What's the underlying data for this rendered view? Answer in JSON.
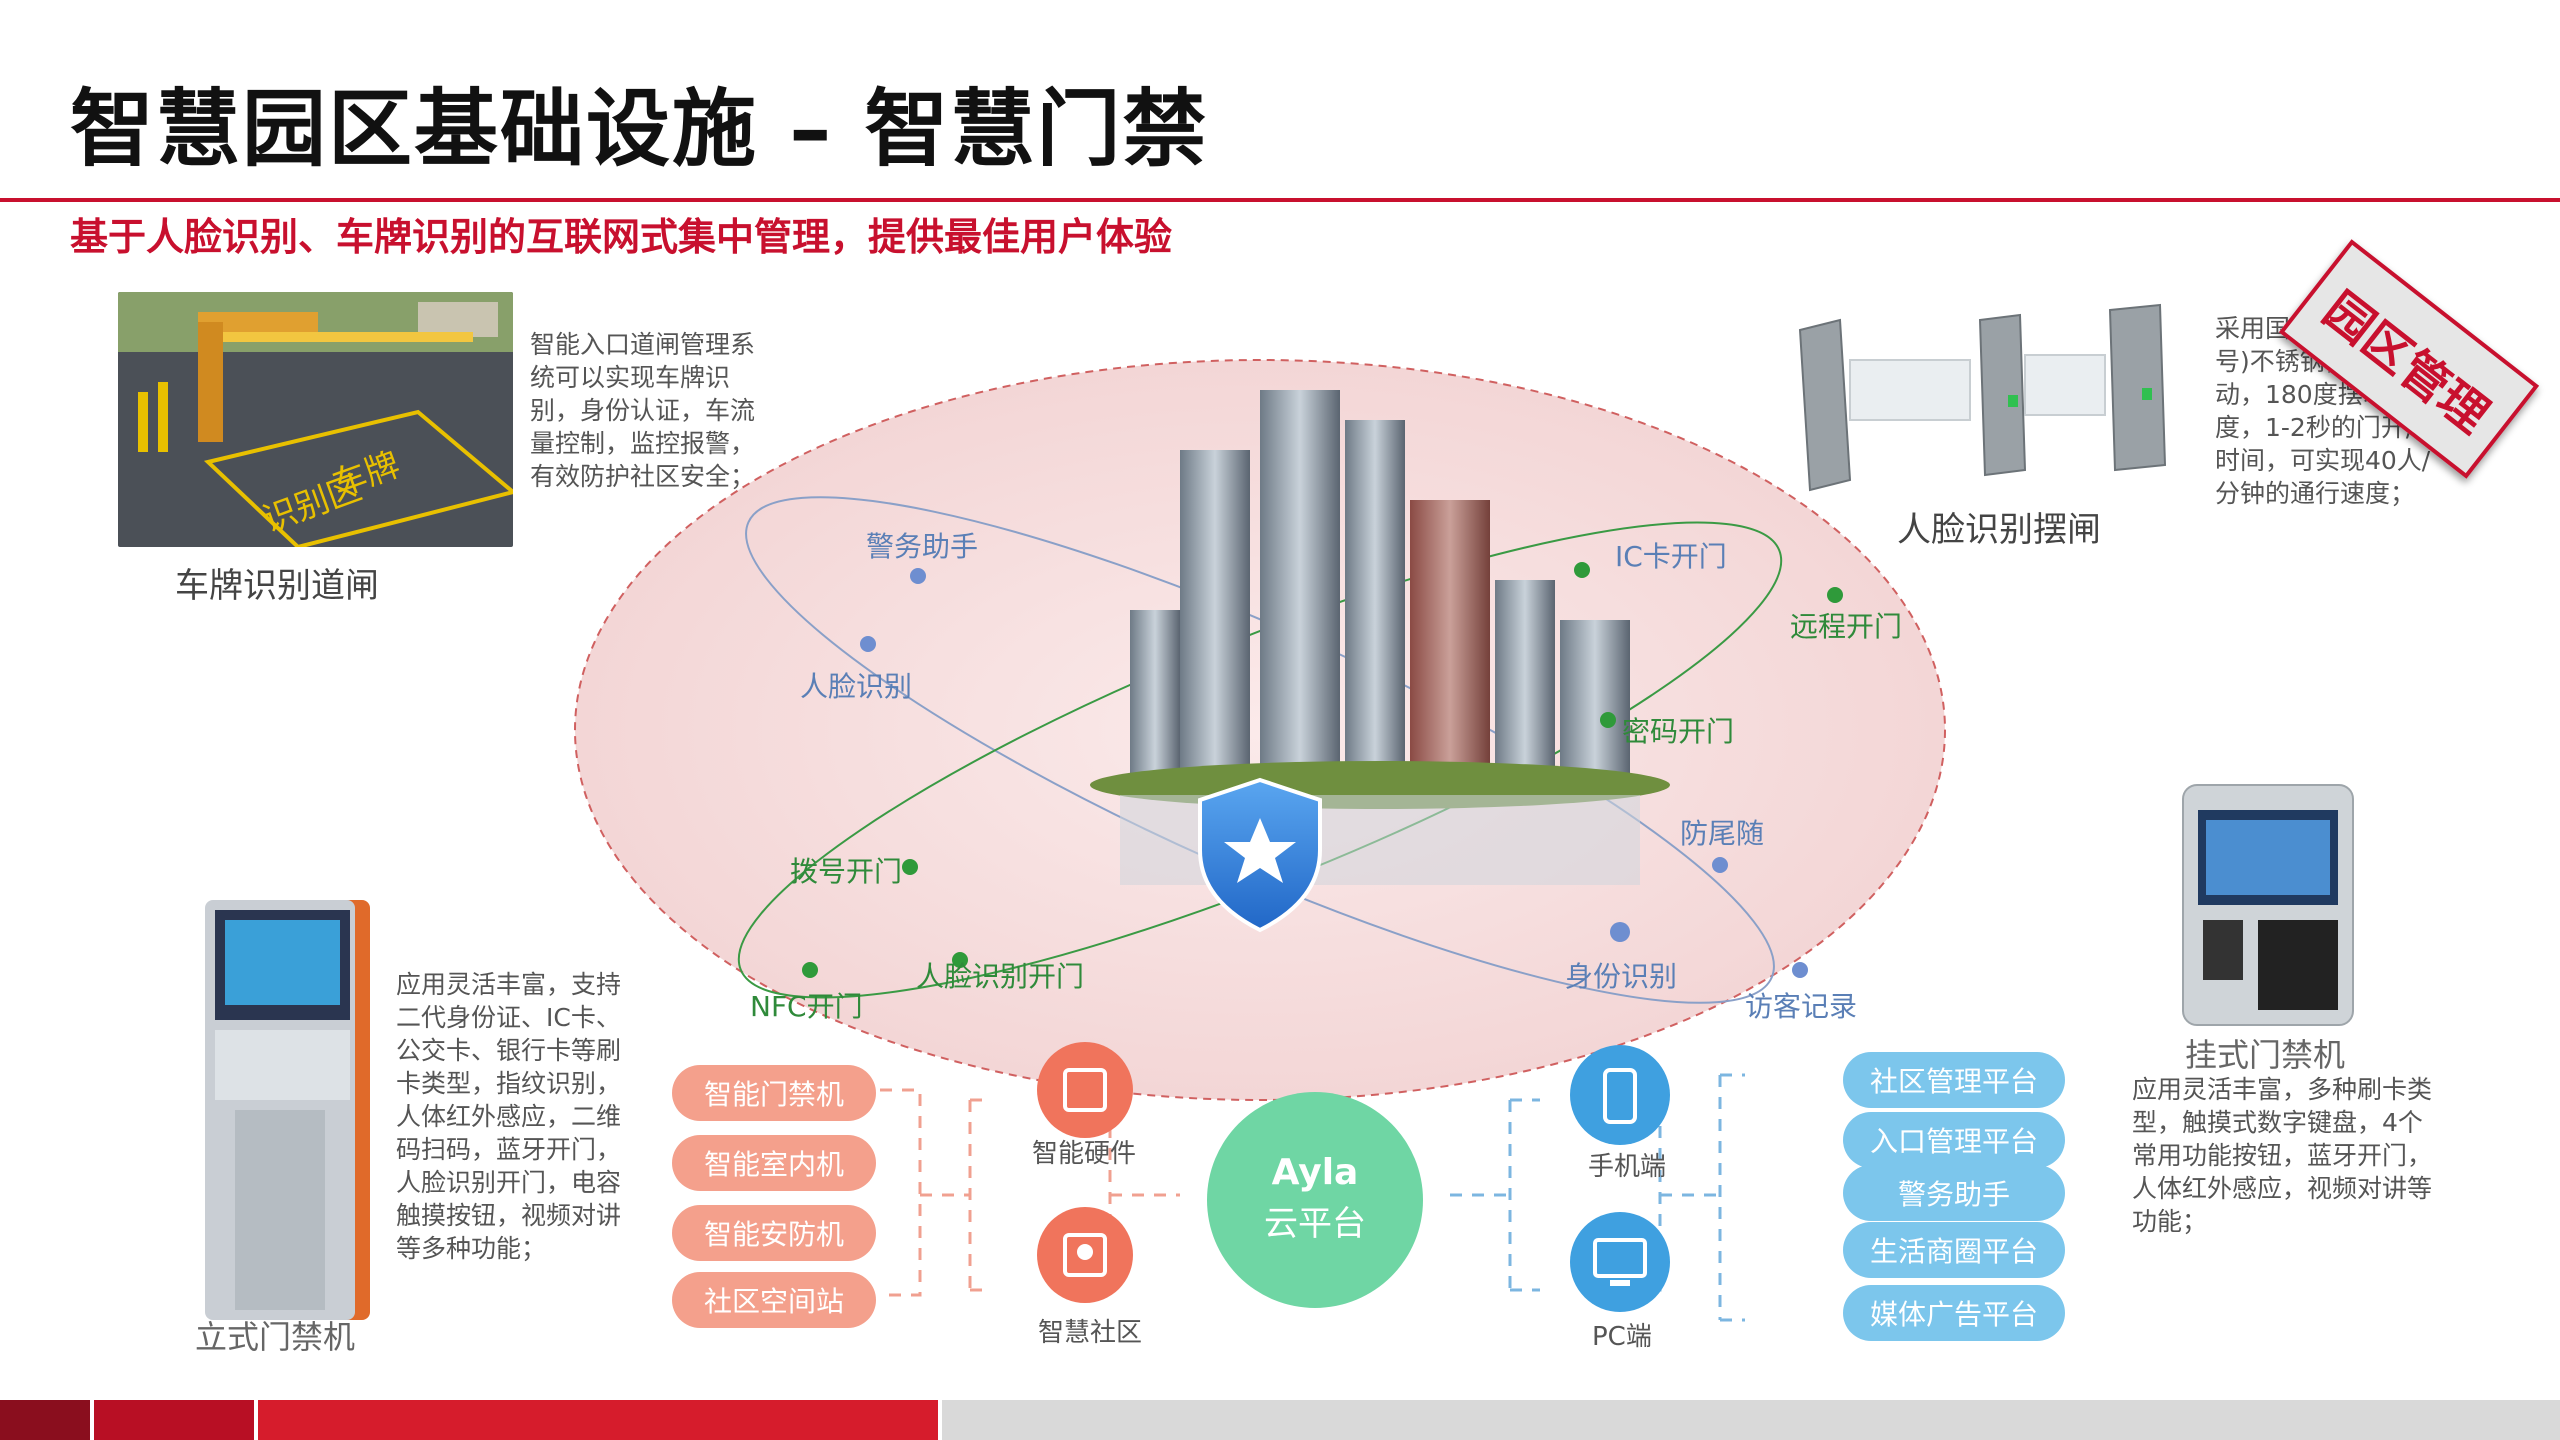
{
  "title": "智慧园区基础设施 – 智慧门禁",
  "subtitle": "基于人脸识别、车牌识别的互联网式集中管理，提供最佳用户体验",
  "stamp": "园区管理",
  "topleft": {
    "caption": "车牌识别道闸",
    "description": "智能入口道闸管理系统可以实现车牌识别，身份认证，车流量控制，监控报警，有效防护社区安全；",
    "ground_text_1": "车牌",
    "ground_text_2": "识别区"
  },
  "topright": {
    "caption": "人脸识别摆闸",
    "description": "采用国产标准(304号)不锈钢，双向摆动，180度摆动角度，1-2秒的门开/关时间，可实现40人/分钟的通行速度；"
  },
  "bottomleft": {
    "caption": "立式门禁机",
    "description": "应用灵活丰富，支持二代身份证、IC卡、公交卡、银行卡等刷卡类型，指纹识别，人体红外感应，二维码扫码，蓝牙开门，人脸识别开门，电容触摸按钮，视频对讲等多种功能；"
  },
  "bottomright": {
    "caption": "挂式门禁机",
    "description": "应用灵活丰富，多种刷卡类型，触摸式数字键盘，4个常用功能按钮，蓝牙开门，人体红外感应，视频对讲等功能；"
  },
  "orbit": {
    "police_assistant": "警务助手",
    "face_recognition": "人脸识别",
    "ic_card": "IC卡开门",
    "remote_open": "远程开门",
    "password_open": "密码开门",
    "anti_tailgate": "防尾随",
    "dial_open": "拨号开门",
    "nfc_open": "NFC开门",
    "face_open": "人脸识别开门",
    "id_recognition": "身份识别",
    "visitor_record": "访客记录"
  },
  "platform": {
    "left_pills": [
      "智能门禁机",
      "智能室内机",
      "智能安防机",
      "社区空间站"
    ],
    "hardware_label": "智能硬件",
    "community_label": "智慧社区",
    "cloud_line1": "Ayla",
    "cloud_line2": "云平台",
    "mobile_label": "手机端",
    "pc_label": "PC端",
    "right_pills": [
      "社区管理平台",
      "入口管理平台",
      "警务助手",
      "生活商圈平台",
      "媒体广告平台"
    ]
  },
  "colors": {
    "brand_red": "#c8102e",
    "pill_red": "#f4a08c",
    "pill_blue": "#7cc6ec",
    "cloud_green": "#6fd6a4",
    "orbit_green": "#2f9a3a",
    "orbit_blue": "#6e8ed0"
  }
}
